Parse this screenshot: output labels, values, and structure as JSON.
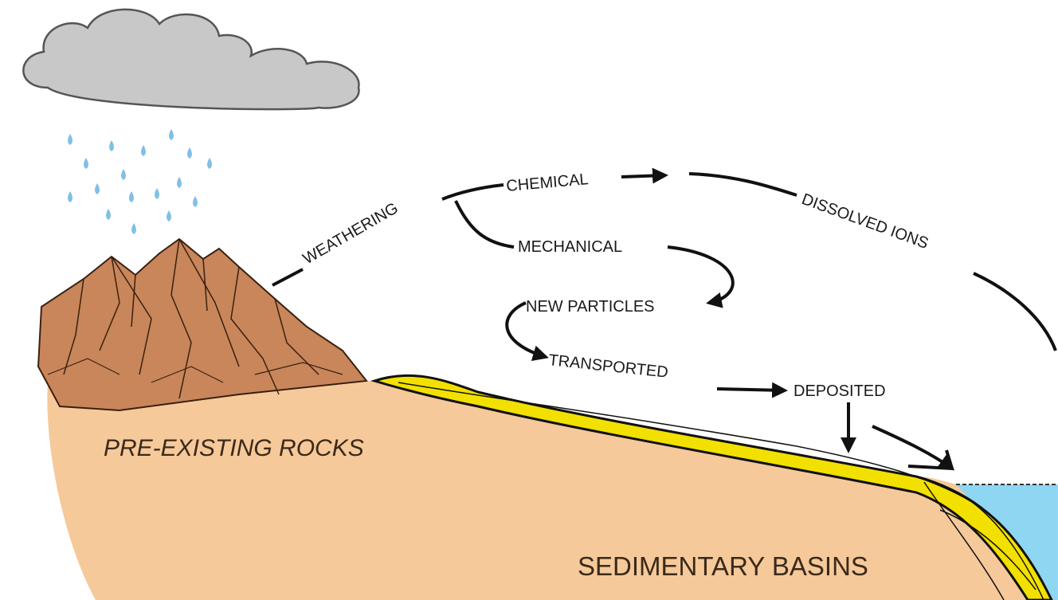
{
  "labels": {
    "weathering": "WEATHERING",
    "chemical": "CHEMICAL",
    "mechanical": "MECHANICAL",
    "new_particles": "NEW PARTICLES",
    "transported": "TRANSPORTED",
    "deposited": "DEPOSITED",
    "dissolved_ions": "DISSOLVED IONS",
    "pre_existing_rocks": "PRE-EXISTING ROCKS",
    "sedimentary_basins": "SEDIMENTARY BASINS"
  },
  "colors": {
    "cloud": "#c8c8c8",
    "rain": "#7fc0e6",
    "rock": "#c8865a",
    "ground": "#f6c99a",
    "sediment": "#f2e000",
    "water": "#8fd6f2",
    "line": "#111111"
  }
}
